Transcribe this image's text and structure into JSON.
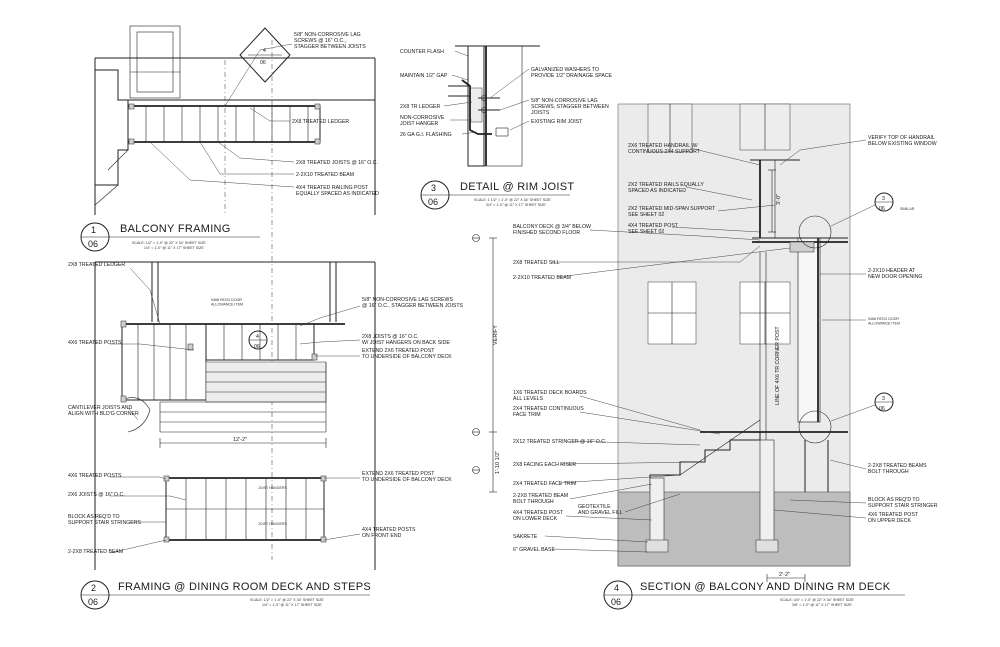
{
  "details": {
    "d1": {
      "number": "1",
      "sheet": "06",
      "title": "BALCONY FRAMING",
      "scale1": "SCALE: 1/2\" = 1'-0\" @ 22\" X 34\" SHEET SIZE",
      "scale2": "1/4\" = 1'-0\" @ 11\" X 17\" SHEET SIZE"
    },
    "d2": {
      "number": "2",
      "sheet": "06",
      "title": "FRAMING @ DINING ROOM DECK AND STEPS",
      "scale1": "SCALE: 1/2\" = 1'-0\" @ 22\" X 34\" SHEET SIZE",
      "scale2": "1/4\" = 1'-0\" @ 11\" X 17\" SHEET SIZE"
    },
    "d3": {
      "number": "3",
      "sheet": "06",
      "title": "DETAIL @ RIM JOIST",
      "scale1": "SCALE: 1 1/2\" = 1'-0\" @ 22\" X 34\" SHEET SIZE",
      "scale2": "3/4\" = 1'-0\" @ 11\" X 17\" SHEET SIZE"
    },
    "d4": {
      "number": "4",
      "sheet": "06",
      "title": "SECTION @ BALCONY AND DINING RM DECK",
      "scale1": "SCALE: 3/4\" = 1'-0\" @ 22\" X 34\" SHEET SIZE",
      "scale2": "3/8\" = 1'-0\" @ 11\" X 17\" SHEET SIZE"
    }
  },
  "callouts": {
    "d1": {
      "lag": "5/8\" NON-CORROSIVE LAG SCREWS @ 16\" O.C. STAGGER BETWEEN JOISTS",
      "ledger": "2X8 TREATED LEDGER",
      "joists": "2X8 TREATED JOISTS @ 16\" O.C.",
      "beam": "2-2X10 TREATED BEAM",
      "post": "4X4 TREATED RAILING POST EQUALLY SPACED AS INDICATED",
      "tag_num": "4",
      "tag_sheet": "06"
    },
    "d2": {
      "ledger": "2X8 TREATED LEDGER",
      "posts_top": "4X6 TREATED POSTS",
      "door": "5468 PATIO DOOR ALLOWANCE ITEM",
      "lag": "5/8\" NON-CORROSIVE LAG SCREWS @ 16\" O.C., STAGGER BETWEEN JOISTS",
      "joists_top": "2X8 JOISTS @ 16\" O.C. W/ JOIST HANGERS ON BACK SIDE",
      "extend1": "EXTEND 2X6 TREATED POST TO UNDERSIDE OF BALCONY DECK",
      "cantilever": "CANTILEVER JOISTS AND ALIGN WITH BLD'G CORNER",
      "dim": "12'-2\"",
      "posts_low": "4X6 TREATED POSTS",
      "joists_low": "2X6 JOISTS @ 16\" O.C.",
      "block": "BLOCK AS REQ'D TO SUPPORT STAIR STRINGERS",
      "beam": "2-2X8 TREATED BEAM",
      "extend2": "EXTEND 2X6 TREATED POST TO UNDERSIDE OF BALCONY DECK",
      "posts_front": "4X4 TREATED POSTS ON FRONT END",
      "hangers1": "JOIST HANGERS",
      "hangers2": "JOIST HANGERS",
      "tag_num": "4",
      "tag_sheet": "06"
    },
    "d3": {
      "flash": "COUNTER FLASH",
      "gap": "MAINTAIN 1/2\" GAP",
      "ledger": "2X8 TR LEDGER",
      "hanger": "NON-CORROSIVE JOIST HANGER",
      "gi": "26 GA G.I. FLASHING",
      "washers": "GALVANIZED WASHERS TO PROVIDE 1/2\" DRAINAGE SPACE",
      "lag": "5/8\" NON-CORROSIVE LAG SCREWS, STAGGER BETWEEN JOISTS",
      "rim": "EXISTING RIM JOIST"
    },
    "d4": {
      "handrail": "2X6 TREATED HANDRAIL W/ CONTINUOUS 2X4 SUPPORT",
      "rails": "2X2 TREATED RAILS EQUALLY SPACED AS INDICATED",
      "midspan": "2X2 TREATED MID-SPAN SUPPORT SEE SHEET 02",
      "post": "4X4 TREATED POST SEE SHEET 02",
      "deck": "BALCONY DECK @ 3/4\" BELOW FINISHED SECOND FLOOR",
      "sill": "2X8 TREATED SILL",
      "beam": "2-2X10 TREATED BEAM",
      "boards": "1X6 TREATED DECK BOARDS ALL LEVELS",
      "trim": "2X4 TREATED CONTINUOUS FACE TRIM",
      "stringer": "2X12 TREATED STRINGER @ 16\" O.C.",
      "riser": "2X8 FACING EACH RISER",
      "facetrim": "2X4 TREATED FACE TRIM",
      "beam_low": "2-2X8 TREATED BEAM BOLT THROUGH",
      "post_low": "4X4 TREATED POST ON LOWER DECK",
      "geo": "GEOTEXTILE AND GRAVEL FILL",
      "sakrete": "SAKRETE",
      "gravel": "6\" GRAVEL BASE",
      "verify_top": "VERIFY TOP OF HANDRAIL BELOW EXISTING WINDOW",
      "similar": "SIMILAR",
      "header": "2-2X10 HEADER AT NEW DOOR OPENING",
      "door": "5468 PATIO DOOR ALLOWANCE ITEM",
      "beams": "2-2X8 TREATED BEAMS BOLT THROUGH",
      "block": "BLOCK AS REQ'D TO SUPPORT STAIR STRINGER",
      "post_up": "4X6 TREATED POST ON UPPER DECK",
      "verify": "VERIFY",
      "line": "LINE OF 4X6 TR CORNER POST",
      "dim_h": "3'-0\"",
      "dim_v": "1'-10 1/2\"",
      "dim_b": "2'-2\"",
      "tag3_num": "3",
      "tag3_sheet": "06",
      "tag3b_num": "3",
      "tag3b_sheet": "06"
    }
  }
}
